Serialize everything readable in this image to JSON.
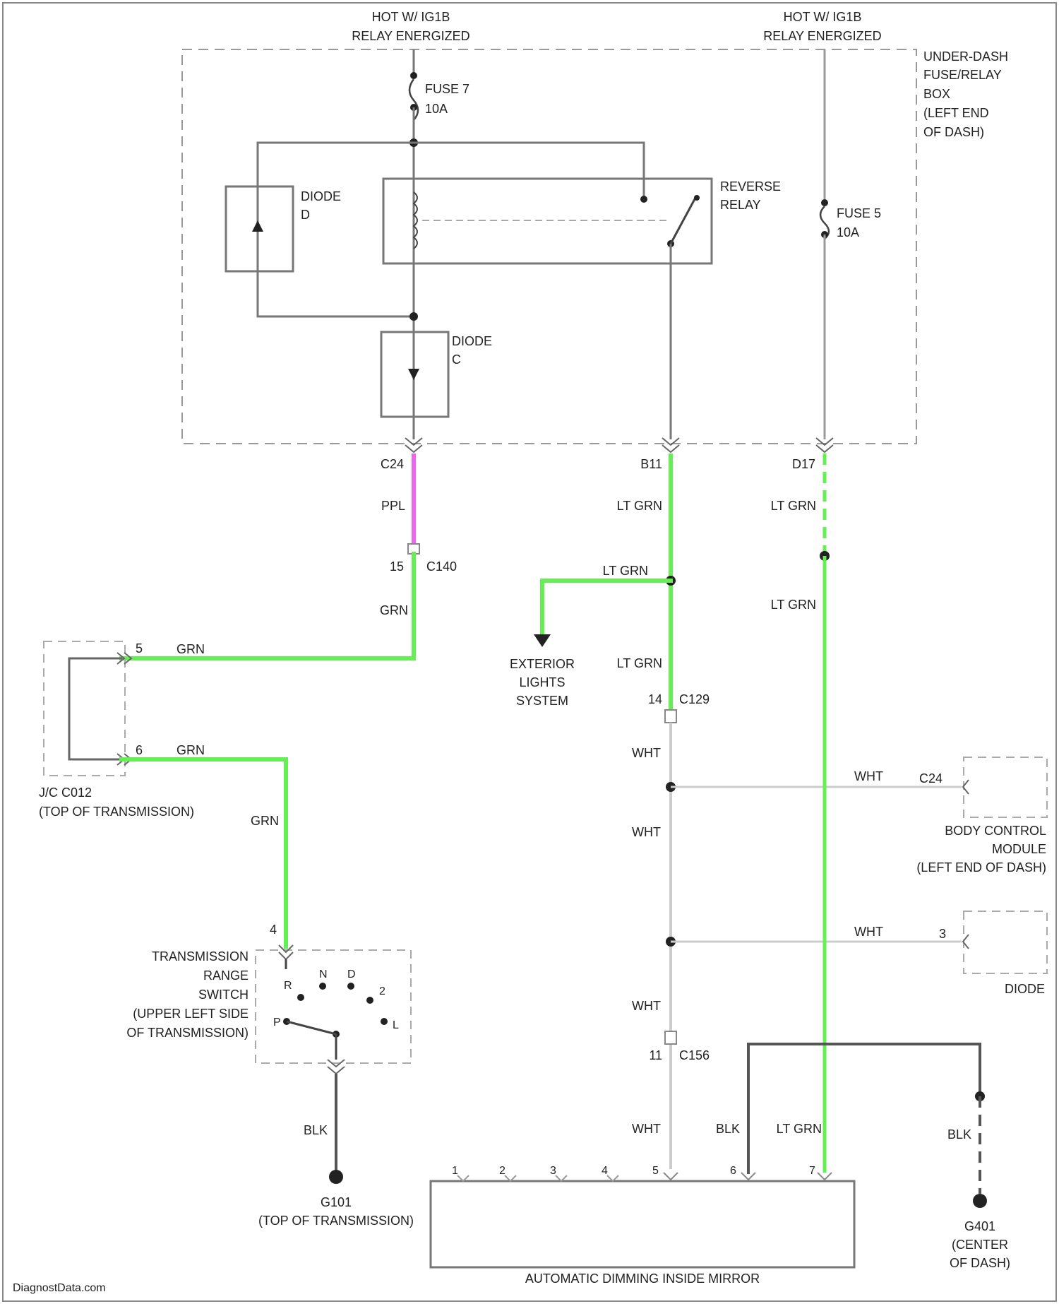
{
  "colors": {
    "green_wire": "#66ee55",
    "pink_wire": "#ee66ee",
    "white_wire": "#cccccc",
    "black_wire": "#444444",
    "grey_wire": "#9a9a9a",
    "box_line": "#777777"
  },
  "power": {
    "left_hot_line1": "HOT W/ IG1B",
    "left_hot_line2": "RELAY ENERGIZED",
    "right_hot_line1": "HOT W/ IG1B",
    "right_hot_line2": "RELAY ENERGIZED"
  },
  "fuse_box": {
    "line1": "UNDER-DASH",
    "line2": "FUSE/RELAY",
    "line3": "BOX",
    "line4": "(LEFT END",
    "line5": "OF DASH)"
  },
  "fuse7": {
    "name": "FUSE 7",
    "rating": "10A"
  },
  "fuse5": {
    "name": "FUSE 5",
    "rating": "10A"
  },
  "diode_d": {
    "name": "DIODE",
    "letter": "D"
  },
  "diode_c": {
    "name": "DIODE",
    "letter": "C"
  },
  "reverse_relay": {
    "line1": "REVERSE",
    "line2": "RELAY"
  },
  "connectors": {
    "c24_top": "C24",
    "b11": "B11",
    "d17": "D17",
    "c140_pin": "15",
    "c140": "C140",
    "c129_pin": "14",
    "c129": "C129",
    "c156_pin": "11",
    "c156": "C156",
    "c24_bcm": "C24",
    "diode_pin": "3"
  },
  "wires": {
    "ppl": "PPL",
    "grn_1": "GRN",
    "grn_2": "GRN",
    "grn_3": "GRN",
    "grn_4": "GRN",
    "ltgrn_1": "LT GRN",
    "ltgrn_2": "LT GRN",
    "ltgrn_3": "LT GRN",
    "ltgrn_4": "LT GRN",
    "ltgrn_5": "LT GRN",
    "ltgrn_6": "LT GRN",
    "wht_1": "WHT",
    "wht_2": "WHT",
    "wht_3": "WHT",
    "wht_4": "WHT",
    "wht_5": "WHT",
    "wht_6": "WHT",
    "blk_1": "BLK",
    "blk_2": "BLK",
    "blk_3": "BLK"
  },
  "jc": {
    "pin5": "5",
    "pin6": "6",
    "line1": "J/C C012",
    "line2": "(TOP OF TRANSMISSION)"
  },
  "exterior": {
    "line1": "EXTERIOR",
    "line2": "LIGHTS",
    "line3": "SYSTEM"
  },
  "bcm": {
    "line1": "BODY CONTROL",
    "line2": "MODULE",
    "line3": "(LEFT END OF DASH)"
  },
  "diode_box": {
    "label": "DIODE"
  },
  "trs": {
    "pin4": "4",
    "line1": "TRANSMISSION",
    "line2": "RANGE",
    "line3": "SWITCH",
    "line4": "(UPPER LEFT SIDE",
    "line5": "OF TRANSMISSION)",
    "pos_r": "R",
    "pos_n": "N",
    "pos_d": "D",
    "pos_p": "P",
    "pos_2": "2",
    "pos_l": "L"
  },
  "ground_left": {
    "name": "G101",
    "desc": "(TOP OF TRANSMISSION)"
  },
  "ground_right": {
    "name": "G401",
    "line2": "(CENTER",
    "line3": "OF DASH)"
  },
  "mirror": {
    "label": "AUTOMATIC DIMMING INSIDE MIRROR",
    "pins": [
      "1",
      "2",
      "3",
      "4",
      "5",
      "6",
      "7"
    ]
  },
  "watermark": "DiagnostData.com"
}
